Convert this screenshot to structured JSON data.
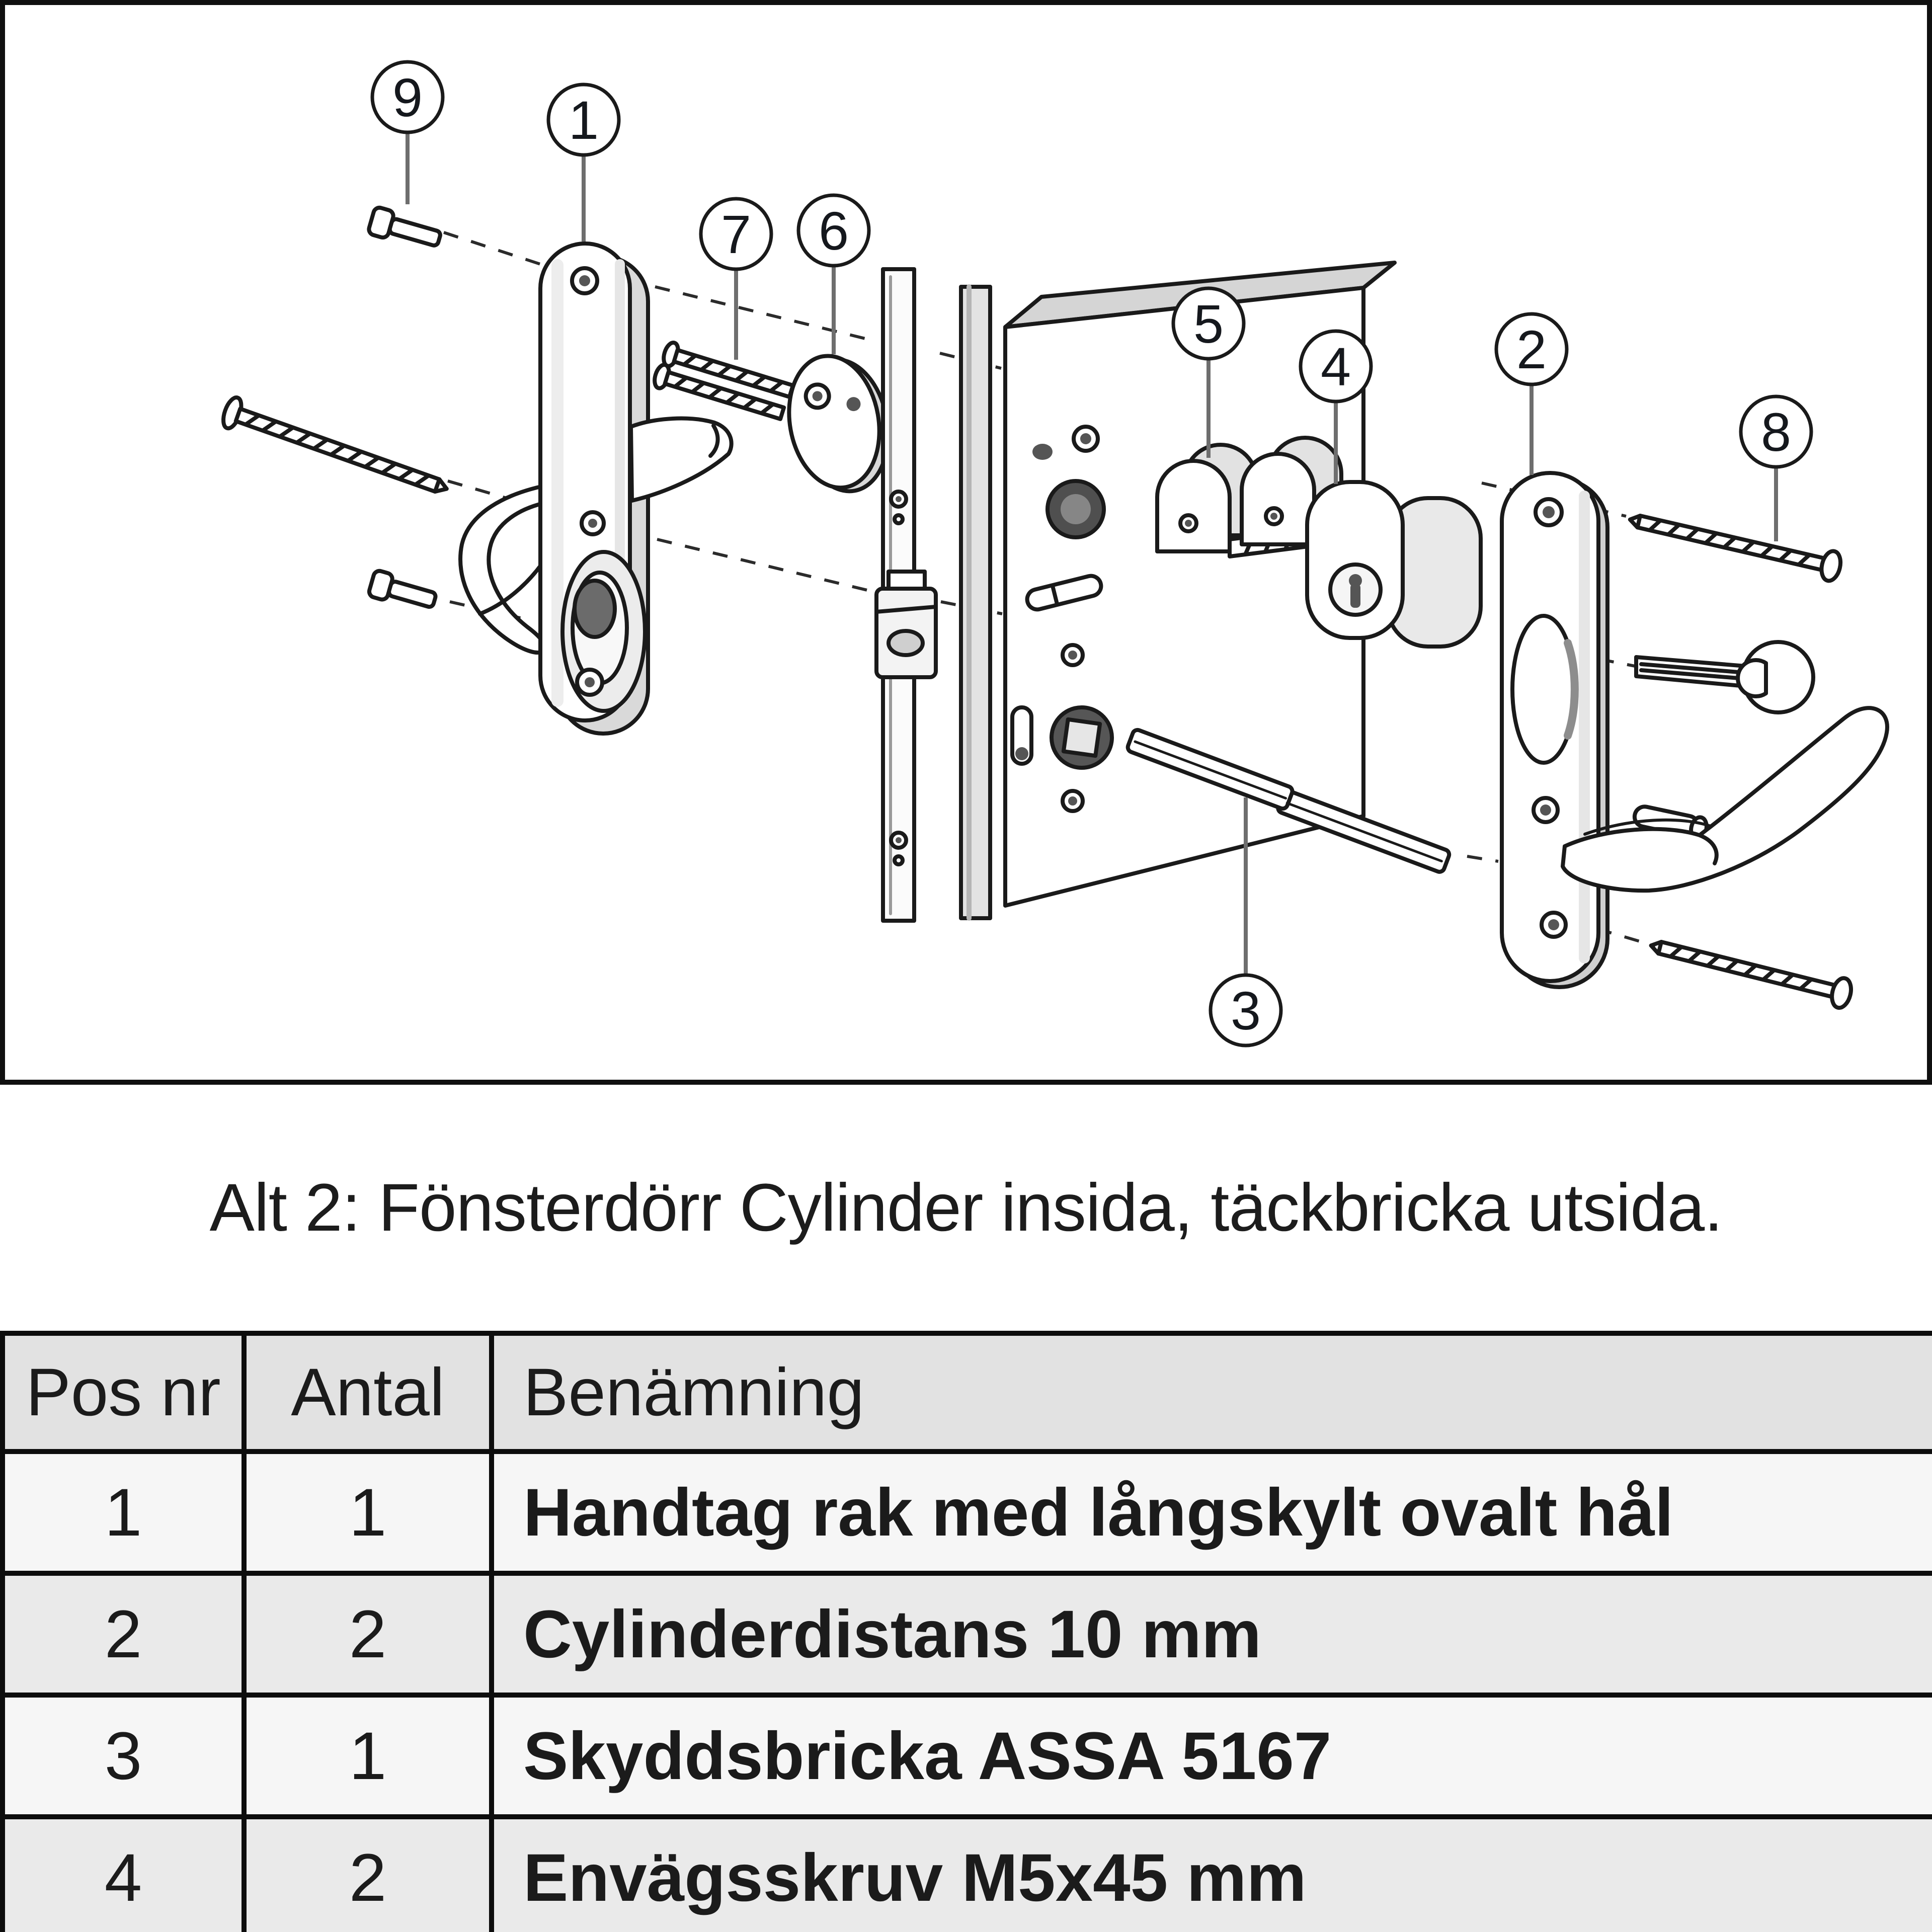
{
  "diagram": {
    "description_label": "exploded-lock-assembly-diagram",
    "callouts": [
      {
        "label": "9"
      },
      {
        "label": "1"
      },
      {
        "label": "7"
      },
      {
        "label": "6"
      },
      {
        "label": "5"
      },
      {
        "label": "4"
      },
      {
        "label": "2"
      },
      {
        "label": "8"
      },
      {
        "label": "3"
      }
    ]
  },
  "caption": {
    "text": "Alt 2: Fönsterdörr Cylinder insida, täckbricka utsida."
  },
  "table": {
    "headers": {
      "pos": "Pos nr",
      "antal": "Antal",
      "name": "Benämning"
    },
    "rows": [
      {
        "pos": "1",
        "antal": "1",
        "name": "Handtag rak med långskylt ovalt hål"
      },
      {
        "pos": "2",
        "antal": "2",
        "name": "Cylinderdistans 10 mm"
      },
      {
        "pos": "3",
        "antal": "1",
        "name": "Skyddsbricka ASSA 5167"
      },
      {
        "pos": "4",
        "antal": "2",
        "name": "Envägsskruv M5x45 mm"
      }
    ]
  },
  "colors": {
    "panel_border": "#101010",
    "line_color": "#1a1a1a",
    "table_border": "#0d0d0d",
    "table_header_bg": "#e2e2e2",
    "row_bg_light": "#f6f6f6",
    "row_bg_dark": "#eaeaea",
    "shade_gray": "#d9d9d9"
  }
}
